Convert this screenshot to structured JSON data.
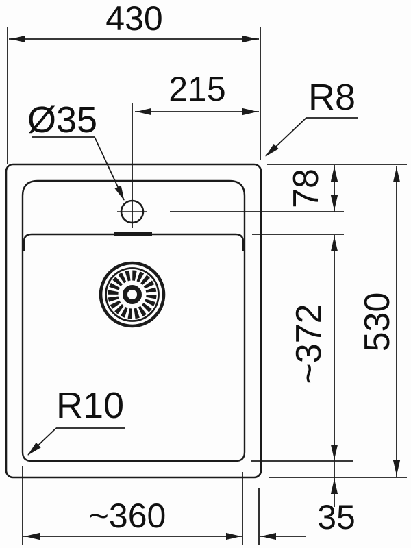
{
  "drawing": {
    "type": "technical-dimension-drawing",
    "subject": "top-mount sink with single bowl, tap hole and basket strainer waste",
    "units": "mm",
    "colors": {
      "line": "#1b1b1b",
      "text": "#101010",
      "background": "#fdfdfd"
    },
    "labels": {
      "overall_width": "430",
      "tap_center_offset": "215",
      "tap_hole_diameter": "Ø35",
      "outer_corner_radius": "R8",
      "top_edge_to_tap_center": "78",
      "overall_depth": "530",
      "bowl_depth": "~372",
      "bowl_width": "~360",
      "bowl_to_edge_gap": "35",
      "bowl_corner_radius": "R10"
    },
    "values": {
      "overall_width_mm": 430,
      "tap_center_offset_mm": 215,
      "tap_hole_diameter_mm": 35,
      "outer_corner_radius_mm": 8,
      "top_edge_to_tap_center_mm": 78,
      "overall_depth_mm": 530,
      "bowl_depth_mm": 372,
      "bowl_width_mm": 360,
      "bowl_to_edge_gap_mm": 35,
      "bowl_corner_radius_mm": 10
    }
  }
}
